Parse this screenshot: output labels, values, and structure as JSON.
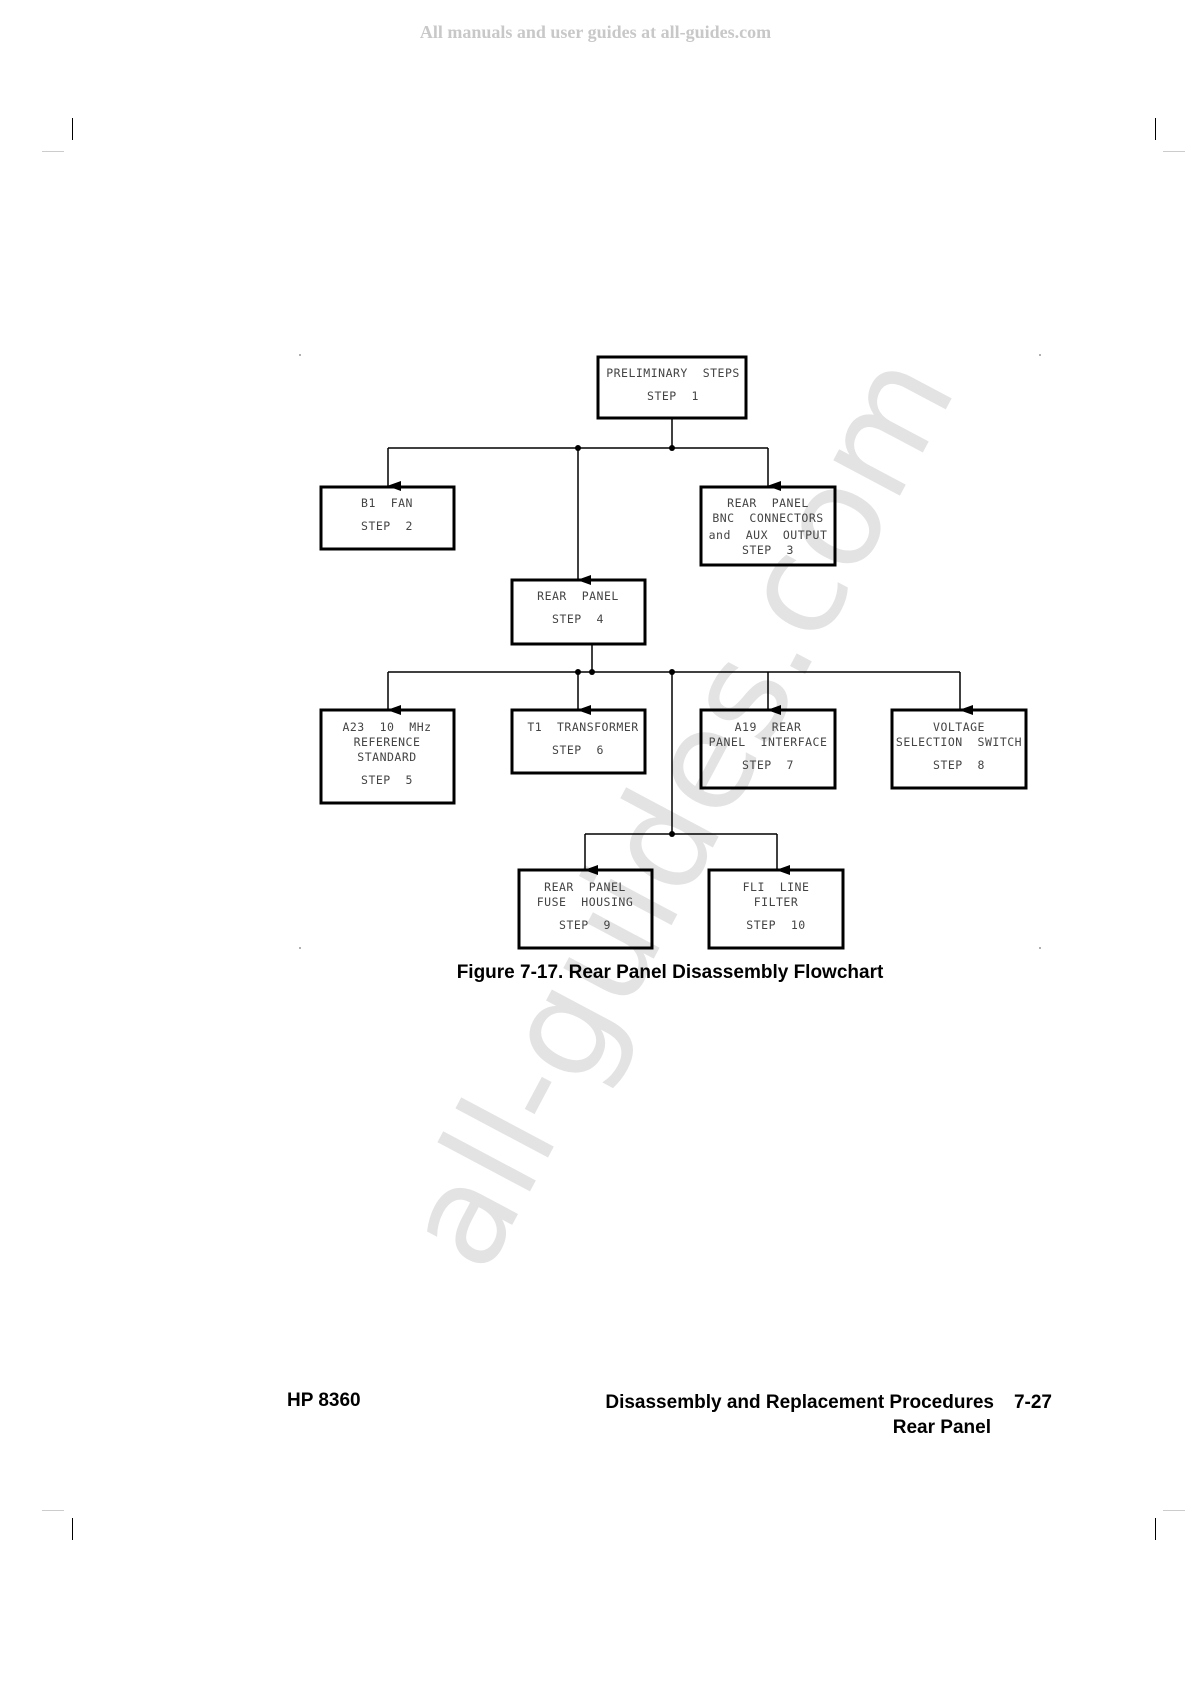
{
  "header_note": "All manuals and user guides at all-guides.com",
  "watermark": "all-guides.com",
  "flowchart": {
    "nodes": {
      "n1": [
        "PRELIMINARY  STEPS",
        "STEP  1"
      ],
      "n2": [
        "B1  FAN",
        "STEP  2"
      ],
      "n3": [
        "REAR  PANEL",
        "BNC  CONNECTORS",
        "and  AUX  OUTPUT",
        "STEP  3"
      ],
      "n4": [
        "REAR  PANEL",
        "STEP  4"
      ],
      "n5": [
        "A23  10  MHz",
        "REFERENCE",
        "STANDARD",
        "STEP  5"
      ],
      "n6": [
        "T1  TRANSFORMER",
        "STEP  6"
      ],
      "n7": [
        "A19  REAR",
        "PANEL  INTERFACE",
        "STEP  7"
      ],
      "n8": [
        "VOLTAGE",
        "SELECTION  SWITCH",
        "STEP  8"
      ],
      "n9": [
        "REAR  PANEL",
        "FUSE  HOUSING",
        "STEP  9"
      ],
      "n10": [
        "FLI  LINE",
        "FILTER",
        "STEP  10"
      ]
    }
  },
  "figure_caption": "Figure 7-17. Rear Panel Disassembly Flowchart",
  "footer": {
    "model": "HP 8360",
    "section": "Disassembly and Replacement Procedures",
    "page": "7-27",
    "subsection": "Rear Panel"
  }
}
